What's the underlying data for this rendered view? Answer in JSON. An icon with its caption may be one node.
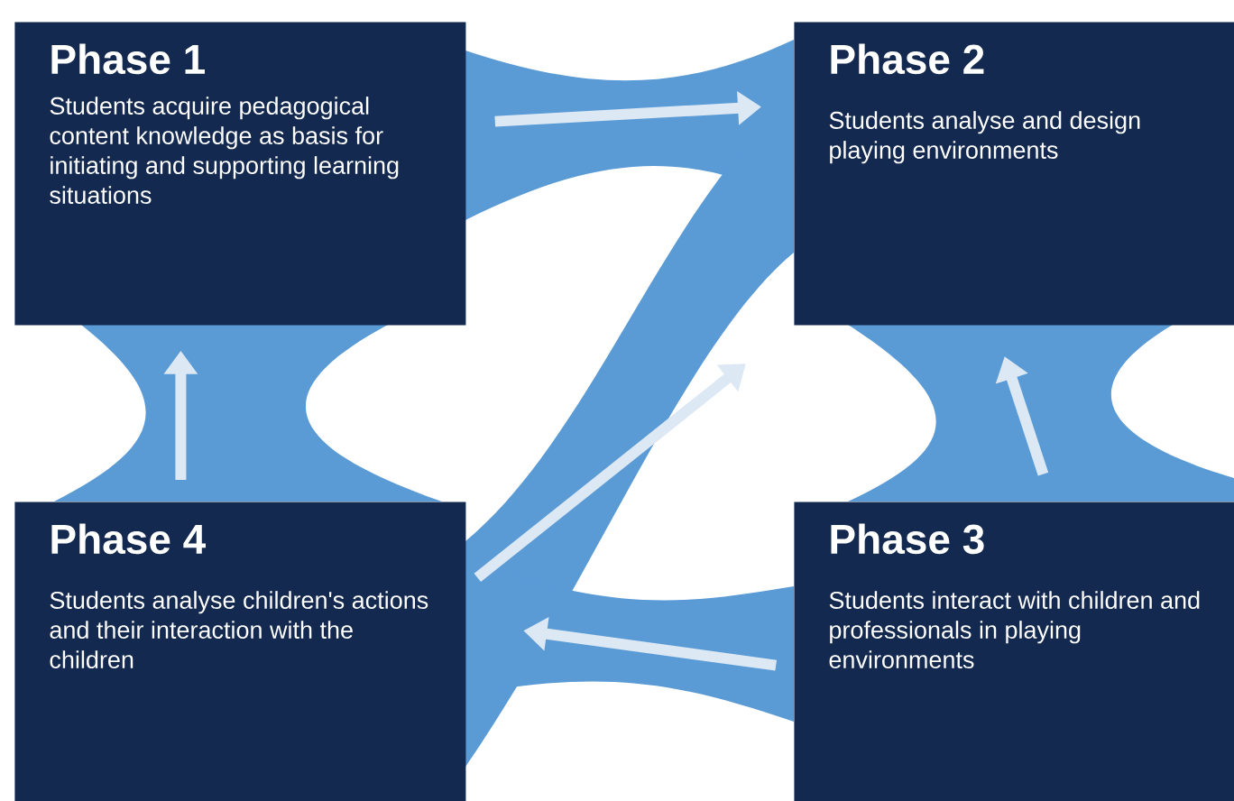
{
  "diagram": {
    "nodes": [
      {
        "text": [
          "Phase 1",
          "Students acquire pedagogical content knowledge as basis for initiating and supporting learning situations"
        ]
      },
      {
        "text": [
          "Phase 2",
          "Students analyse and design playing environments"
        ]
      },
      {
        "text": [
          "Phase 4",
          "Students analyse children's actions and their interaction with the children"
        ]
      },
      {
        "text": [
          "Phase 3",
          "Students interact with children and professionals in playing environments"
        ]
      }
    ],
    "edges": [
      {
        "from": 0,
        "to": 1,
        "arrow": "to"
      },
      {
        "from": 2,
        "to": 0,
        "arrow": "to"
      },
      {
        "from": 3,
        "to": 1,
        "arrow": "to"
      },
      {
        "from": 3,
        "to": 2,
        "arrow": "to"
      },
      {
        "from": 2,
        "to": 1,
        "arrow": "to"
      }
    ]
  }
}
